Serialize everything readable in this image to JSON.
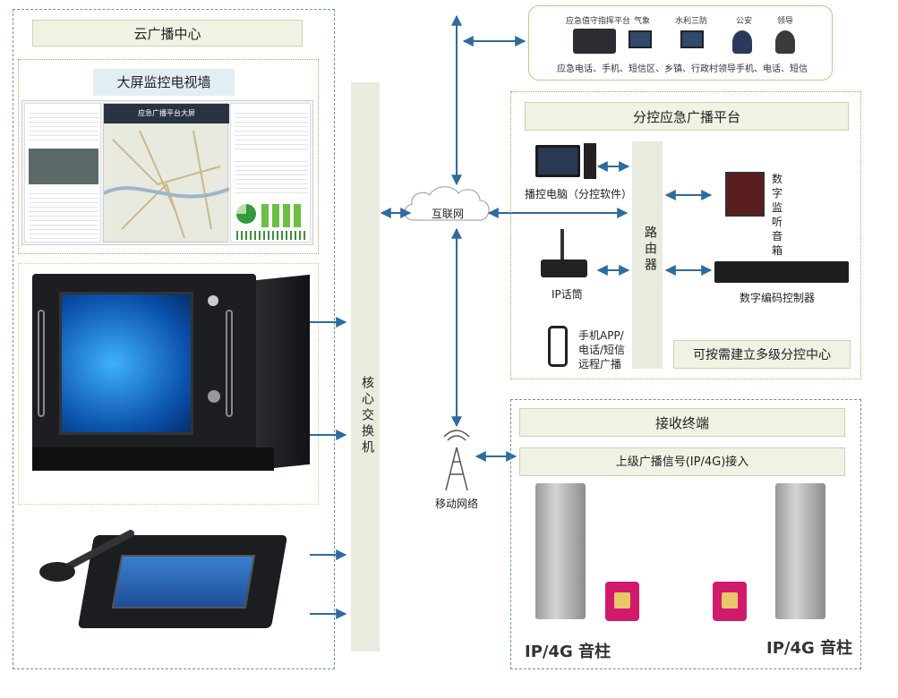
{
  "cloud_center": {
    "title": "云广播中心",
    "monitor_wall": {
      "title": "大屏监控电视墙",
      "screen_title": "应急广播平台大屏"
    }
  },
  "core_switch": "核心交换机",
  "internet": "互联网",
  "mobile_network": "移动网络",
  "command_platform": {
    "title": "应急值守指挥平台",
    "labels": [
      "气象",
      "水利三防",
      "公安",
      "领导"
    ],
    "caption": "应急电话、手机、短信区、乡镇、行政村领导手机、电话、短信"
  },
  "sub_control": {
    "title": "分控应急广播平台",
    "pc_label": "播控电脑（分控软件）",
    "mic_label": "IP话筒",
    "phone_label_1": "手机APP/",
    "phone_label_2": "电话/短信",
    "phone_label_3": "远程广播",
    "router": "路由器",
    "speaker_label": "数字监听音箱",
    "encoder_label": "数字编码控制器",
    "multi_level": "可按需建立多级分控中心"
  },
  "receiver": {
    "title": "接收终端",
    "signal": "上级广播信号(IP/4G)接入",
    "column_label": "IP/4G 音柱"
  },
  "colors": {
    "arrow": "#2e6b9e",
    "green_bar": "#eef3e3",
    "dash_blue": "#6f8fb3",
    "dash_olive": "#b9a060",
    "switch_bar": "#e9ebde"
  }
}
